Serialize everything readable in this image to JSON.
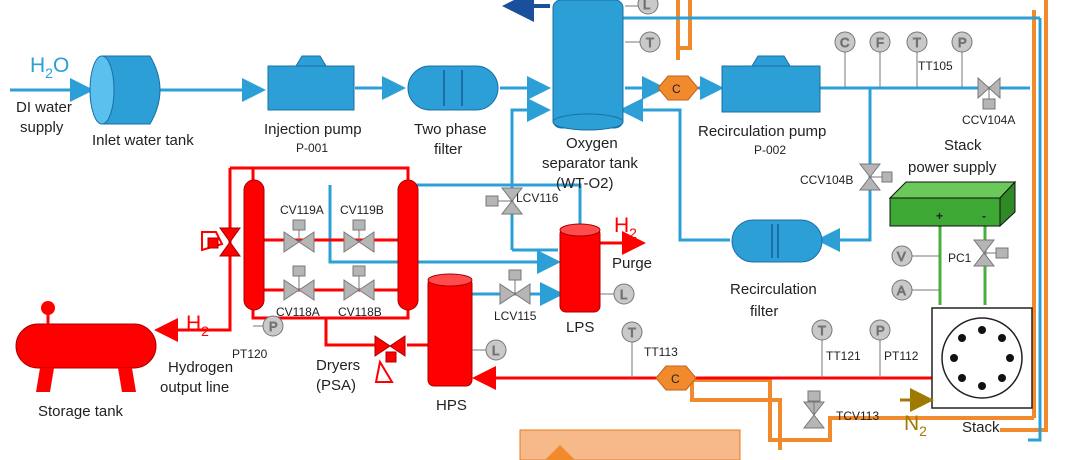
{
  "colors": {
    "water": "#2b9fd6",
    "hydrogen": "#ff0000",
    "coolant": "#f08a2c",
    "power": "#4aae3f",
    "gray": "#b5b5b5",
    "nitrogen": "#a07a00"
  },
  "flows": {
    "h2o_main": "H",
    "h2o_sub": "2",
    "h2o_end": "O",
    "h2_main": "H",
    "h2_sub": "2",
    "n2_main": "N",
    "n2_sub": "2"
  },
  "labels": {
    "di_water": [
      "DI water",
      "supply"
    ],
    "inlet_tank": "Inlet water tank",
    "injection_pump": [
      "Injection pump",
      "P-001"
    ],
    "two_phase_filter": [
      "Two phase",
      "filter"
    ],
    "oxygen_separator": [
      "Oxygen",
      "separator tank",
      "(WT-O2)"
    ],
    "recirc_pump": [
      "Recirculation pump",
      "P-002"
    ],
    "stack_power": [
      "Stack",
      "power supply"
    ],
    "recirc_filter": [
      "Recirculation",
      "filter"
    ],
    "lps": "LPS",
    "purge": "Purge",
    "hps": "HPS",
    "dryers": [
      "Dryers",
      "(PSA)"
    ],
    "hydrogen_line": [
      "Hydrogen",
      "output line"
    ],
    "storage_tank": "Storage tank",
    "stack": "Stack"
  },
  "tags": {
    "tt105": "TT105",
    "ccv104a": "CCV104A",
    "ccv104b": "CCV104B",
    "lcv116": "LCV116",
    "cv119a": "CV119A",
    "cv119b": "CV119B",
    "cv118a": "CV118A",
    "cv118b": "CV118B",
    "lcv115": "LCV115",
    "pt120": "PT120",
    "tt113": "TT113",
    "tt121": "TT121",
    "pt112": "PT112",
    "tcv113": "TCV113",
    "pc1": "PC1"
  },
  "instruments": {
    "l": "L",
    "t": "T",
    "c": "C",
    "f": "F",
    "p": "P",
    "v": "V",
    "a": "A"
  },
  "terminals": {
    "plus": "+",
    "minus": "-"
  }
}
